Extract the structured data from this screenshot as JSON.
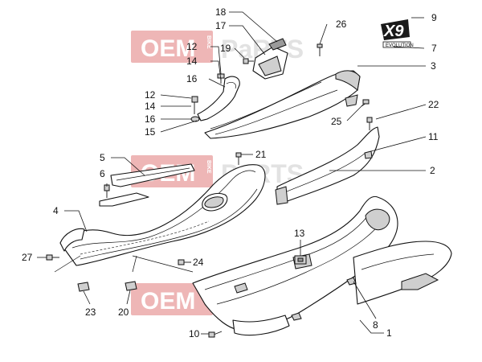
{
  "watermark": {
    "oem": "OEM",
    "bike": "BIKE",
    "parts": "PaRTS"
  },
  "badge": {
    "text": "X9",
    "sub": "EVOLUTION"
  },
  "callouts": [
    {
      "label": "18"
    },
    {
      "label": "17"
    },
    {
      "label": "26"
    },
    {
      "label": "9"
    },
    {
      "label": "7"
    },
    {
      "label": "12"
    },
    {
      "label": "14"
    },
    {
      "label": "19"
    },
    {
      "label": "3"
    },
    {
      "label": "16"
    },
    {
      "label": "12"
    },
    {
      "label": "14"
    },
    {
      "label": "16"
    },
    {
      "label": "15"
    },
    {
      "label": "22"
    },
    {
      "label": "25"
    },
    {
      "label": "11"
    },
    {
      "label": "5"
    },
    {
      "label": "21"
    },
    {
      "label": "6"
    },
    {
      "label": "2"
    },
    {
      "label": "4"
    },
    {
      "label": "13"
    },
    {
      "label": "27"
    },
    {
      "label": "24"
    },
    {
      "label": "23"
    },
    {
      "label": "20"
    },
    {
      "label": "8"
    },
    {
      "label": "10"
    },
    {
      "label": "1"
    }
  ]
}
